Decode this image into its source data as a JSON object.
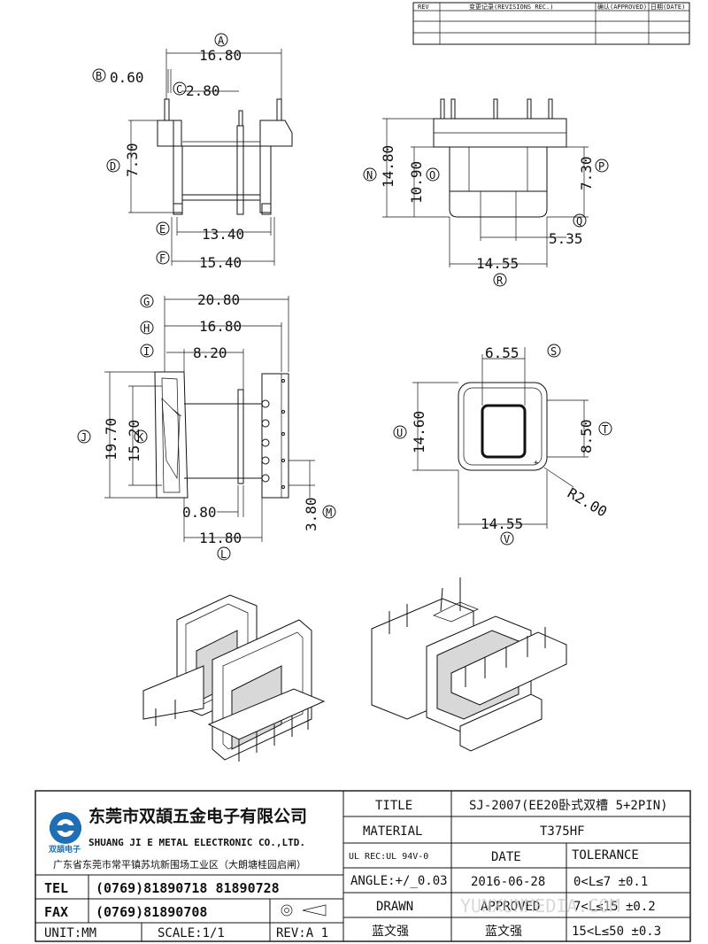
{
  "revision_table": {
    "headers": [
      "REV",
      "变更记录(REVISIONS REC.)",
      "确认(APPROVED)",
      "日期(DATE)"
    ]
  },
  "dimensions": {
    "A": "16.80",
    "B": "0.60",
    "C": "2.80",
    "D": "7.30",
    "E": "13.40",
    "F": "15.40",
    "G": "20.80",
    "H": "16.80",
    "I": "8.20",
    "J": "19.70",
    "K": "15.20",
    "L": "11.80",
    "L2": "0.80",
    "M": "3.80",
    "N": "14.80",
    "O": "10.90",
    "P": "7.30",
    "Q": "5.35",
    "R": "14.55",
    "S": "6.55",
    "T": "8.50",
    "U": "14.60",
    "V": "14.55",
    "radius": "R2.00"
  },
  "labels": {
    "A": "A",
    "B": "B",
    "C": "C",
    "D": "D",
    "E": "E",
    "F": "F",
    "G": "G",
    "H": "H",
    "I": "I",
    "J": "J",
    "K": "K",
    "L": "L",
    "M": "M",
    "N": "N",
    "O": "O",
    "P": "P",
    "Q": "Q",
    "R": "R",
    "S": "S",
    "T": "T",
    "U": "U",
    "V": "V"
  },
  "title_block": {
    "company_cn": "东莞市双頡五金电子有限公司",
    "company_en": "SHUANG JI E METAL ELECTRONIC CO.,LTD.",
    "address": "广东省东莞市常平镇苏坑新围场工业区（大朗塘桂园启闸）",
    "logo_text": "双頡电子",
    "tel_label": "TEL",
    "tel_value": "(0769)81890718  81890728",
    "fax_label": "FAX",
    "fax_value": "(0769)81890708",
    "unit": "UNIT:MM",
    "scale": "SCALE:1/1",
    "rev": "REV:A  1",
    "title_label": "TITLE",
    "title_value": "SJ-2007(EE20卧式双槽  5+2PIN)",
    "material_label": "MATERIAL",
    "material_value": "T375HF",
    "ul_rec": "UL REC:UL 94V-0",
    "date_label": "DATE",
    "tolerance_label": "TOLERANCE",
    "angle": "ANGLE:+/_0.03",
    "date_value": "2016-06-28",
    "tol1": "0<L≤7   ±0.1",
    "drawn_label": "DRAWN",
    "approved_label": "APPROVED",
    "tol2": "7<L≤15  ±0.2",
    "drawn_name": "蓝文强",
    "approved_name": "蓝文强",
    "tol3": "15<L≤50  ±0.3",
    "watermark": "YUNXUNMEDIA.COM"
  }
}
